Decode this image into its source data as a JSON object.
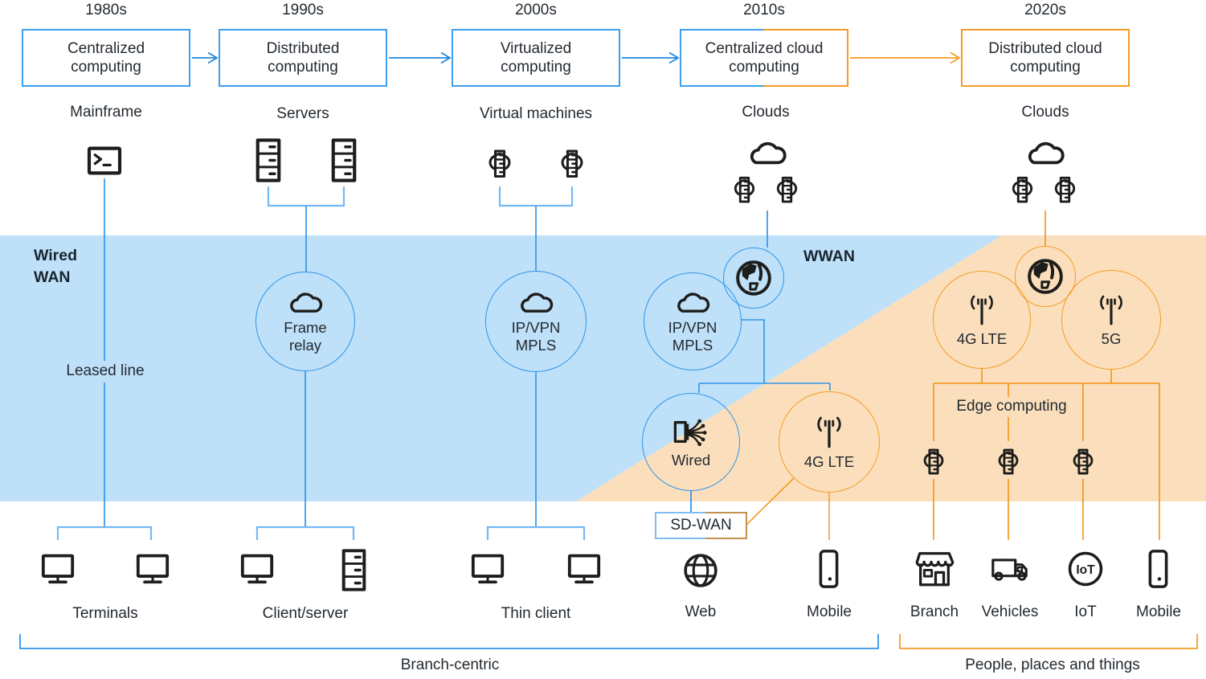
{
  "palette": {
    "blue_stroke": "#2E95EC",
    "blue_light": "#74B8F5",
    "orange_stroke": "#F59C26",
    "band_blue": "#BEE0F8",
    "band_orange": "#FBDFBC",
    "tan": "#C2914E",
    "ink": "#1D1D1B",
    "text": "#232A31"
  },
  "timeline": {
    "decades": [
      {
        "label": "1980s",
        "box": "Centralized computing",
        "sub": "Mainframe"
      },
      {
        "label": "1990s",
        "box": "Distributed computing",
        "sub": "Servers"
      },
      {
        "label": "2000s",
        "box": "Virtualized computing",
        "sub": "Virtual machines"
      },
      {
        "label": "2010s",
        "box": "Centralized cloud computing",
        "sub": "Clouds"
      },
      {
        "label": "2020s",
        "box": "Distributed cloud computing",
        "sub": "Clouds"
      }
    ]
  },
  "zones": {
    "wired_wan": "Wired WAN",
    "wwan": "WWAN"
  },
  "wan": {
    "leased_line": "Leased line",
    "frame_relay": "Frame relay",
    "ipvpn_a": "IP/VPN MPLS",
    "ipvpn_b": "IP/VPN MPLS",
    "wired": "Wired",
    "lte_a": "4G LTE",
    "lte_b": "4G LTE",
    "five_g": "5G",
    "sdwan": "SD-WAN",
    "edge_computing": "Edge computing"
  },
  "endpoints": {
    "terminals": "Terminals",
    "client_server": "Client/server",
    "thin_client": "Thin client",
    "web": "Web",
    "mobile_a": "Mobile",
    "branch": "Branch",
    "vehicles": "Vehicles",
    "iot": "IoT",
    "mobile_b": "Mobile",
    "iot_badge": "IoT"
  },
  "footer": {
    "left": "Branch-centric",
    "right": "People, places and things"
  }
}
